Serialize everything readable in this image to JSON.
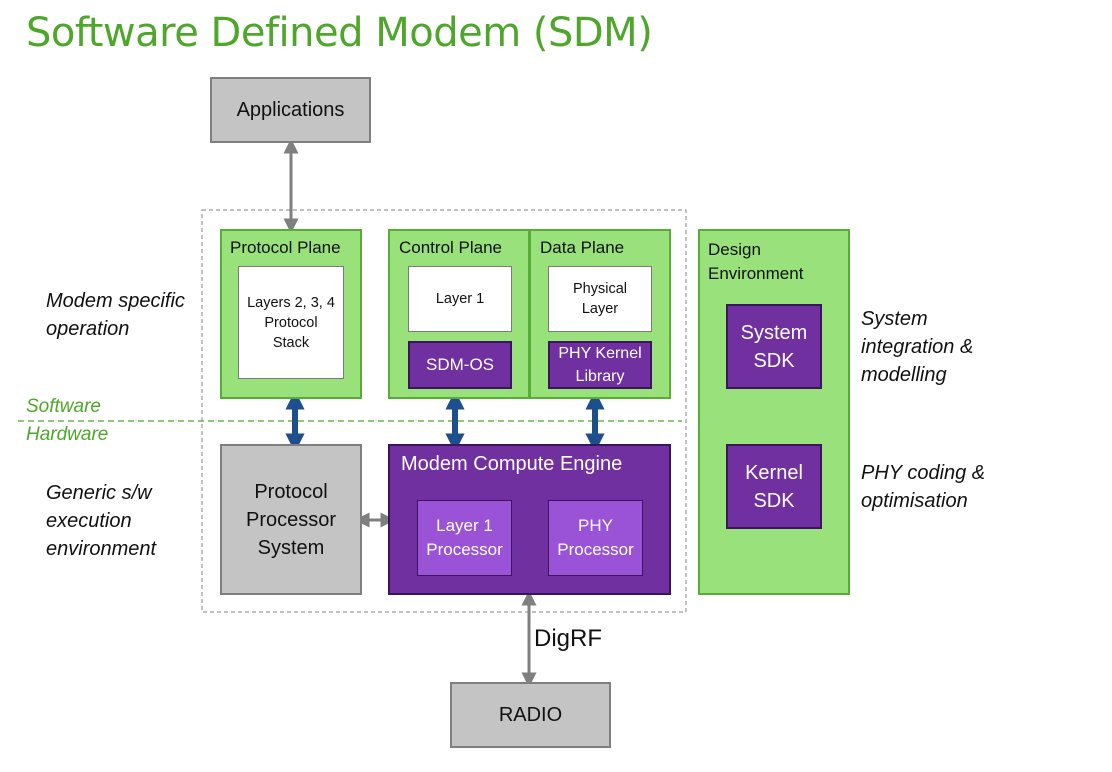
{
  "title": "Software Defined Modem (SDM)",
  "boxes": {
    "applications": "Applications",
    "protocol_plane": "Protocol Plane",
    "protocol_stack": "Layers 2, 3, 4\nProtocol\nStack",
    "control_plane": "Control Plane",
    "layer1": "Layer 1",
    "sdm_os": "SDM-OS",
    "data_plane": "Data Plane",
    "physical_layer": "Physical\nLayer",
    "phy_kernel_library": "PHY Kernel\nLibrary",
    "design_environment": "Design\nEnvironment",
    "system_sdk": "System\nSDK",
    "kernel_sdk": "Kernel\nSDK",
    "protocol_processor_system": "Protocol\nProcessor\nSystem",
    "modem_compute_engine": "Modem Compute Engine",
    "layer1_processor": "Layer 1\nProcessor",
    "phy_processor": "PHY\nProcessor",
    "radio": "RADIO"
  },
  "labels": {
    "modem_specific": "Modem specific\noperation",
    "generic_sw": "Generic s/w\nexecution\nenvironment",
    "system_integration": "System\nintegration &\nmodelling",
    "phy_coding": "PHY coding &\noptimisation",
    "software": "Software",
    "hardware": "Hardware",
    "digrf": "DigRF"
  },
  "colors": {
    "title_green": "#4ea72a",
    "box_green": "#99e17a",
    "purple": "#7030a0",
    "purple_light": "#9a52d6",
    "grey": "#c4c4c4",
    "arrow_blue": "#1f4e8c"
  }
}
